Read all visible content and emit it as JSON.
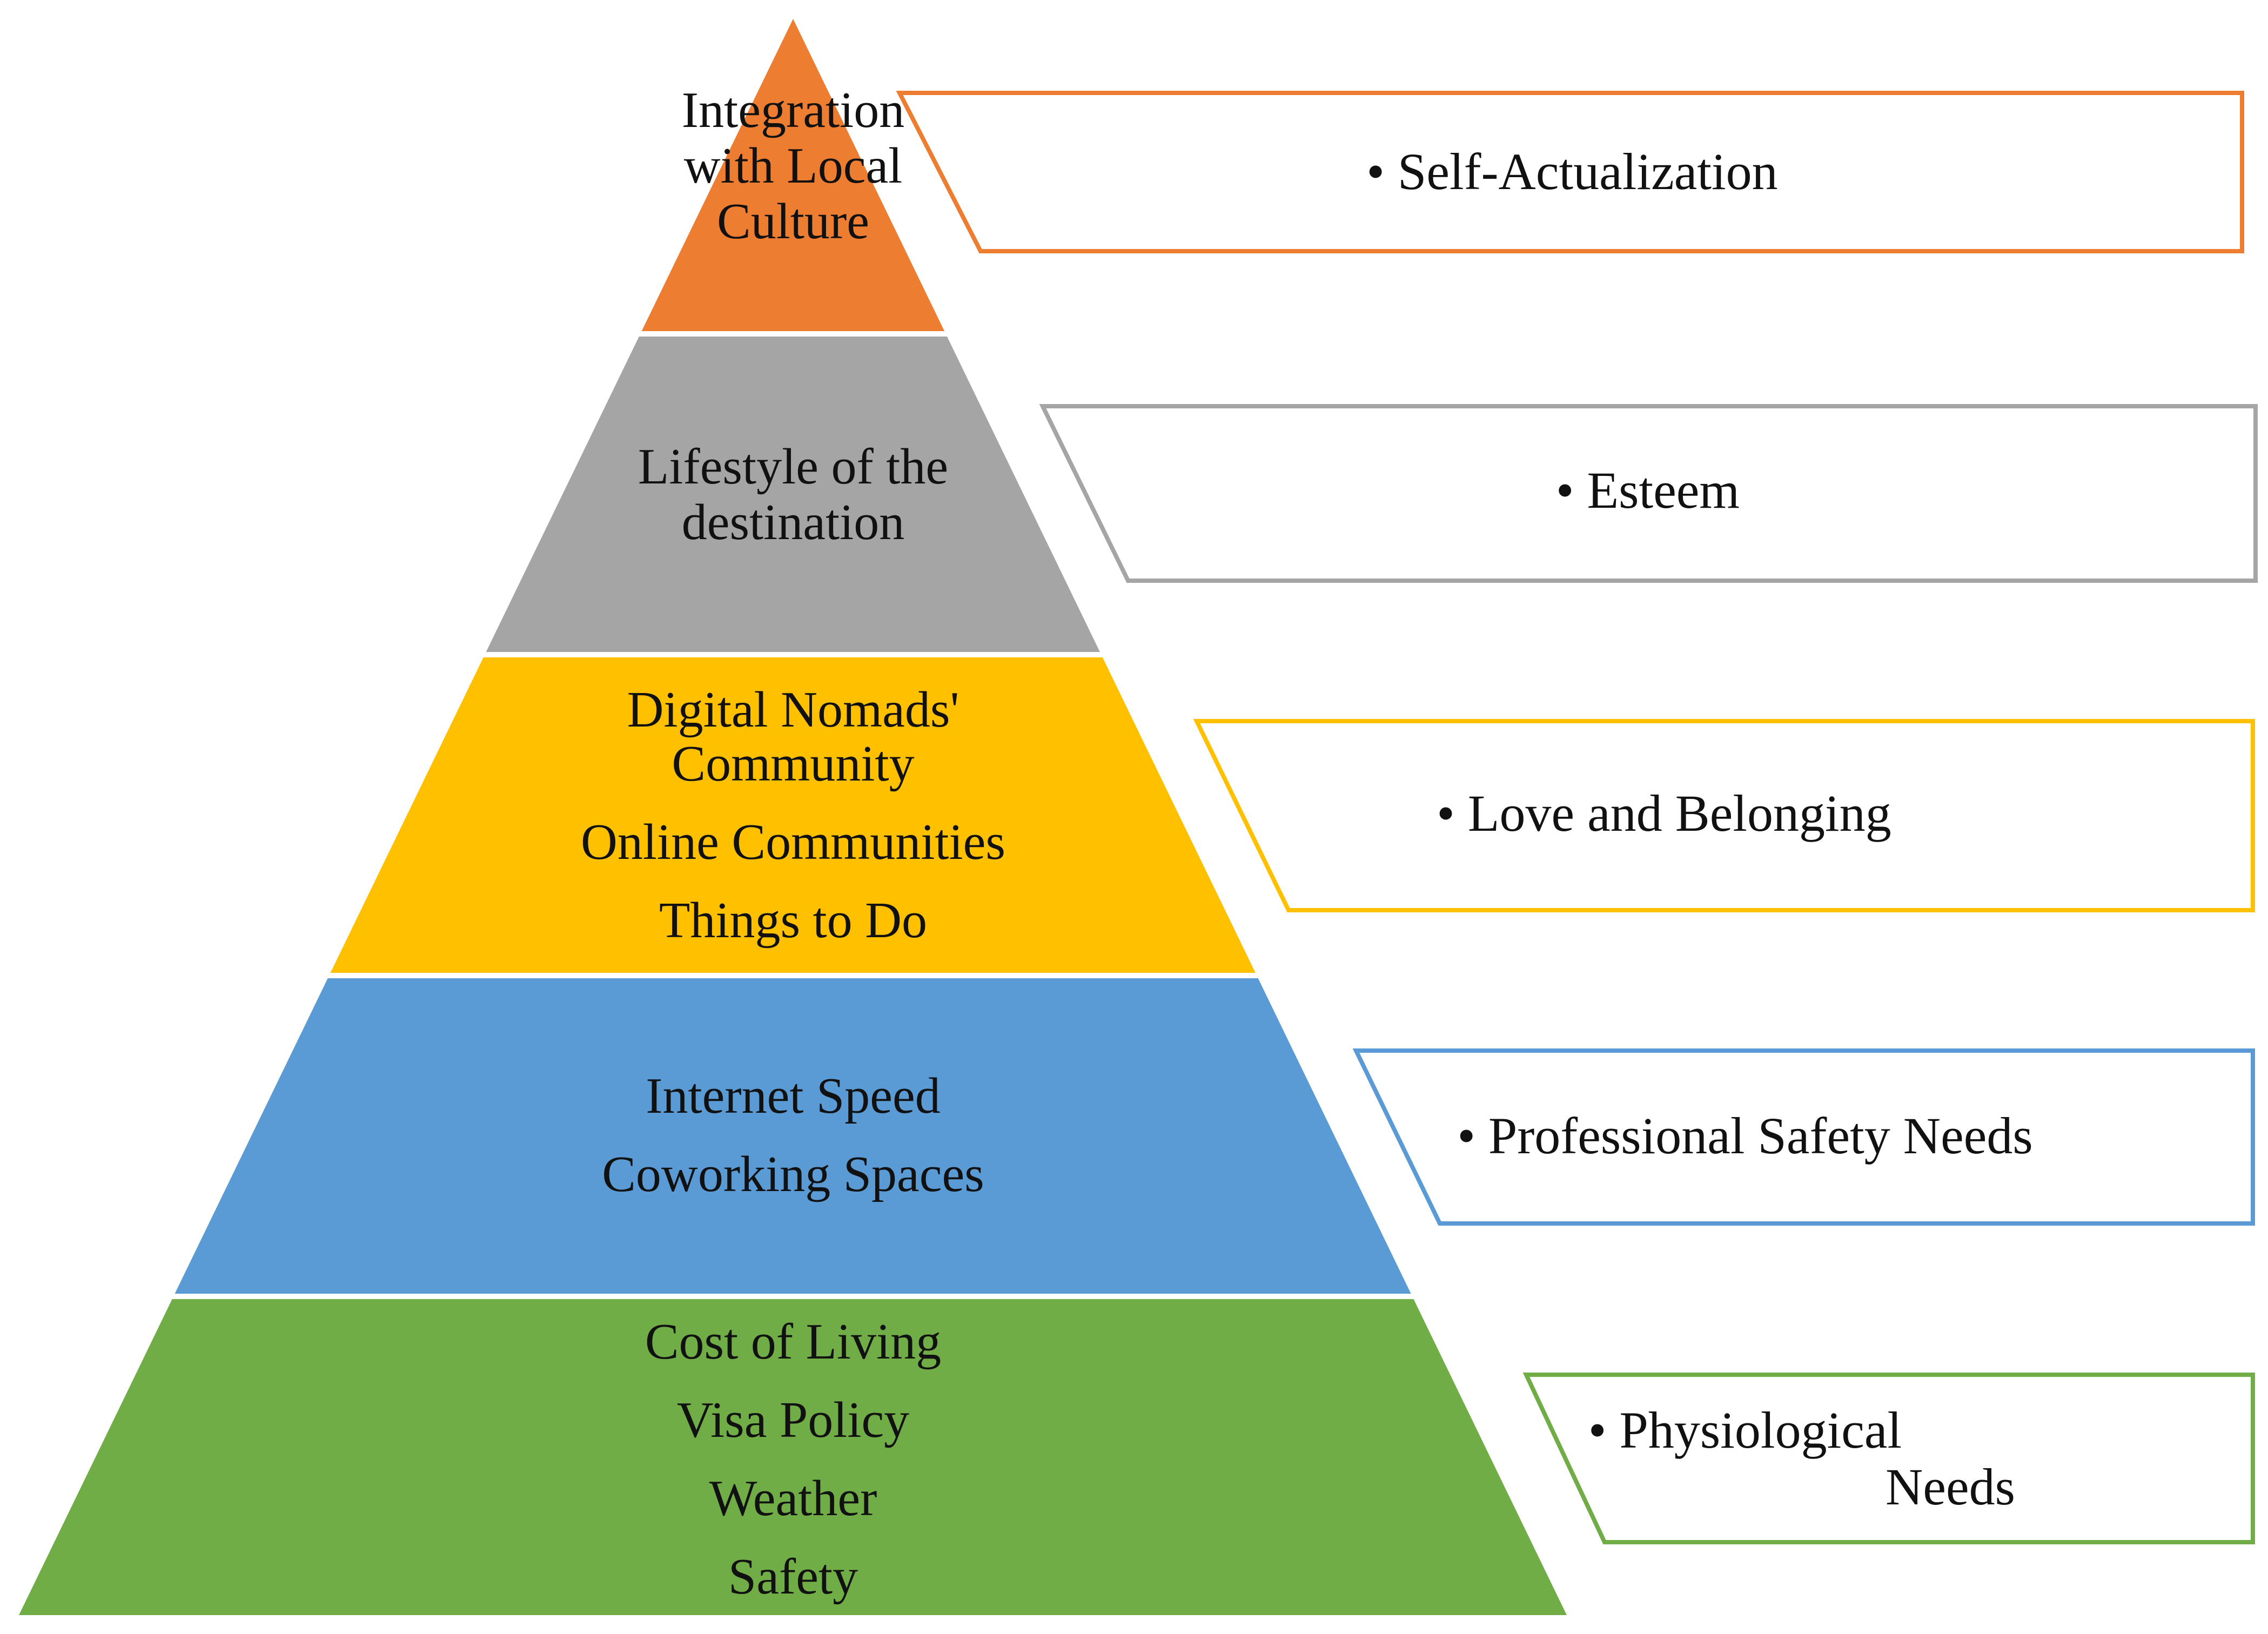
{
  "pyramid": {
    "tiers": [
      {
        "id": "self-actualization-tier",
        "color": "#ED7D31",
        "lines": [
          "Integration",
          "with Local",
          "Culture"
        ]
      },
      {
        "id": "esteem-tier",
        "color": "#A5A5A5",
        "lines": [
          "Lifestyle of the",
          "destination"
        ]
      },
      {
        "id": "love-belonging-tier",
        "color": "#FFC000",
        "lines": [
          "Digital Nomads'",
          "Community",
          "Online Communities",
          "Things to Do"
        ]
      },
      {
        "id": "professional-safety-tier",
        "color": "#5B9BD5",
        "lines": [
          "Internet Speed",
          "Coworking Spaces"
        ]
      },
      {
        "id": "physiological-tier",
        "color": "#70AD47",
        "lines": [
          "Cost of Living",
          "Visa Policy",
          "Weather",
          "Safety"
        ]
      }
    ]
  },
  "needs": [
    {
      "id": "self-actualization",
      "color": "#ED7D31",
      "lines": [
        "• Self-Actualization"
      ]
    },
    {
      "id": "esteem",
      "color": "#A5A5A5",
      "lines": [
        "• Esteem"
      ]
    },
    {
      "id": "love-belonging",
      "color": "#FFC000",
      "lines": [
        "• Love and Belonging"
      ]
    },
    {
      "id": "professional-safety",
      "color": "#5B9BD5",
      "lines": [
        "• Professional Safety Needs"
      ]
    },
    {
      "id": "physiological",
      "color": "#70AD47",
      "lines": [
        "• Physiological",
        "Needs"
      ]
    }
  ]
}
